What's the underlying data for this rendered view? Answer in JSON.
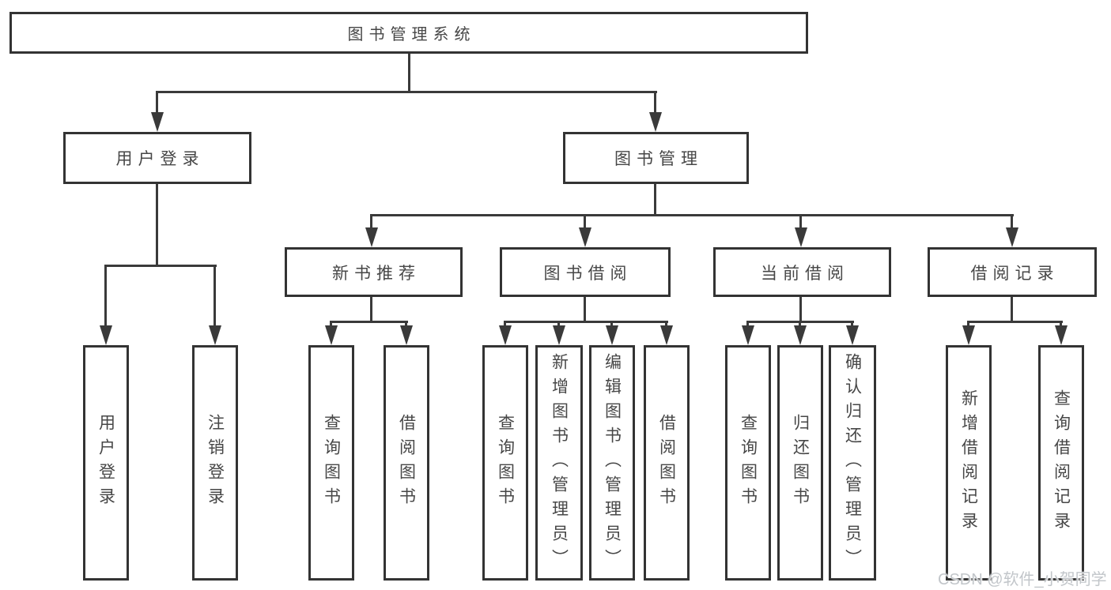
{
  "diagram": {
    "title": "图书管理系统",
    "level2": [
      {
        "label": "用户登录"
      },
      {
        "label": "图书管理"
      }
    ],
    "level3": [
      {
        "label": "新书推荐"
      },
      {
        "label": "图书借阅"
      },
      {
        "label": "当前借阅"
      },
      {
        "label": "借阅记录"
      }
    ],
    "leaves": {
      "user_login": [
        {
          "label": "用户登录"
        },
        {
          "label": "注销登录"
        }
      ],
      "new_book_rec": [
        {
          "label": "查询图书"
        },
        {
          "label": "借阅图书"
        }
      ],
      "book_borrow": [
        {
          "label": "查询图书"
        },
        {
          "label": "新增图书（管理员）"
        },
        {
          "label": "编辑图书（管理员）"
        },
        {
          "label": "借阅图书"
        }
      ],
      "current_borrow": [
        {
          "label": "查询图书"
        },
        {
          "label": "归还图书"
        },
        {
          "label": "确认归还（管理员）"
        }
      ],
      "borrow_record": [
        {
          "label": "新增借阅记录"
        },
        {
          "label": "查询借阅记录"
        }
      ]
    },
    "colors": {
      "line": "#3a3a3a",
      "border": "#333333",
      "text": "#474747",
      "background": "#ffffff",
      "watermark": "#c2c6ca"
    },
    "watermark": "CSDN @软件_小贺同学"
  }
}
